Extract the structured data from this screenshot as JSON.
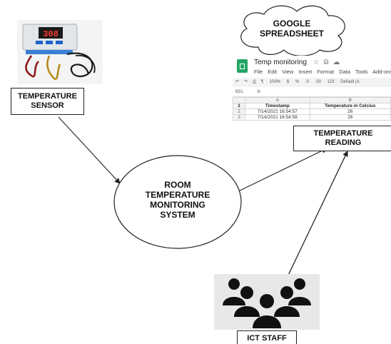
{
  "diagram": {
    "temperature_sensor": {
      "label_line1": "TEMPERATURE",
      "label_line2": "SENSOR",
      "display_value": "308"
    },
    "cloud": {
      "label_line1": "GOOGLE",
      "label_line2": "SPREADSHEET"
    },
    "spreadsheet": {
      "title": "Temp monitoring",
      "menus": [
        "File",
        "Edit",
        "View",
        "Insert",
        "Format",
        "Data",
        "Tools",
        "Add-ons"
      ],
      "toolbar": [
        "100%",
        "$",
        "%",
        ".0",
        ".00",
        "123",
        "Default (A"
      ],
      "cell_ref": "B31",
      "fx": "fx",
      "col_a": "A",
      "col_b": "B",
      "header_timestamp": "Timestamp",
      "header_temp": "Temperature in Celcius",
      "row1_num": "1",
      "row2_num": "2",
      "row3_num": "3",
      "row2_timestamp": "7/14/2021 16:54:57",
      "row2_temp": "26",
      "row3_timestamp": "7/14/2021 16:54:58",
      "row3_temp": "26"
    },
    "temperature_reading": {
      "label_line1": "TEMPERATURE",
      "label_line2": "READING"
    },
    "system": {
      "label_line1": "ROOM",
      "label_line2": "TEMPERATURE",
      "label_line3": "MONITORING",
      "label_line4": "SYSTEM"
    },
    "staff": {
      "label": "ICT STAFF"
    }
  }
}
